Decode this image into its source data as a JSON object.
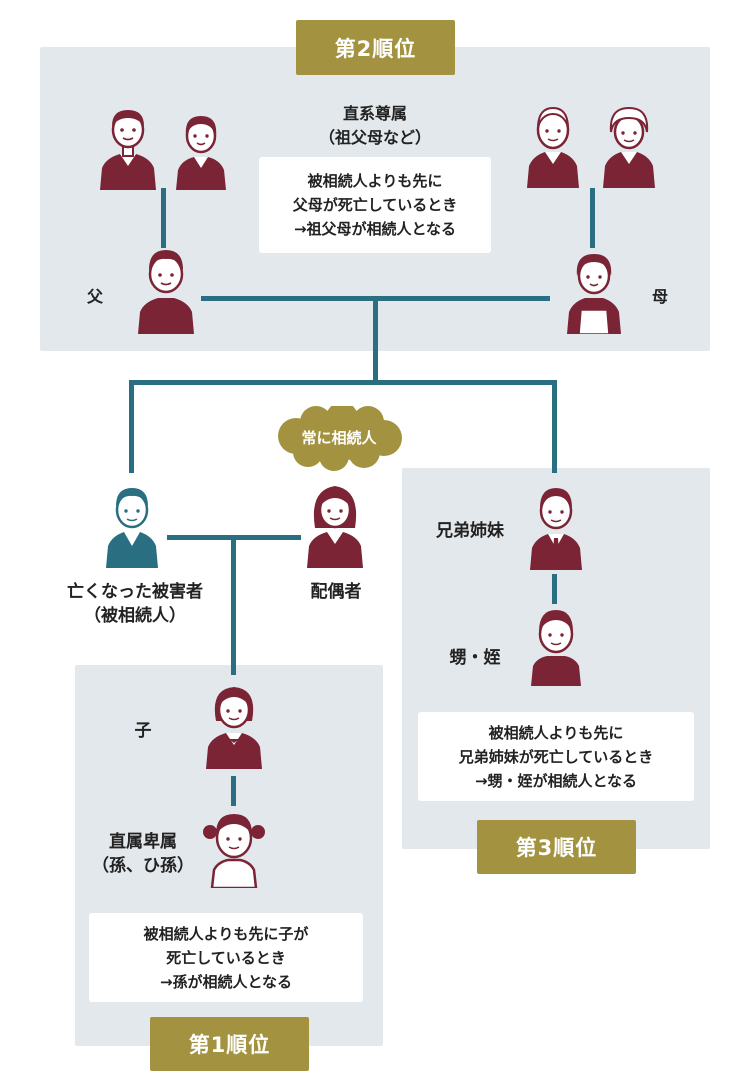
{
  "colors": {
    "panel": "#e3e8ec",
    "badge": "#a39340",
    "line": "#2a6e82",
    "maroon": "#7b2435",
    "teal": "#2a6e82",
    "note": "#ffffff"
  },
  "second": {
    "badge": "第2順位",
    "title": [
      "直系尊属",
      "（祖父母など）"
    ],
    "note": [
      "被相続人よりも先に",
      "父母が死亡しているとき",
      "→祖父母が相続人となる"
    ],
    "father": "父",
    "mother": "母"
  },
  "center": {
    "always": "常に相続人",
    "deceased": [
      "亡くなった被害者",
      "（被相続人）"
    ],
    "spouse": "配偶者"
  },
  "first": {
    "badge": "第1順位",
    "child": "子",
    "desc": [
      "直属卑属",
      "（孫、ひ孫）"
    ],
    "note": [
      "被相続人よりも先に子が",
      "死亡しているとき",
      "→孫が相続人となる"
    ]
  },
  "third": {
    "badge": "第3順位",
    "siblings": "兄弟姉妹",
    "nephew": "甥・姪",
    "note": [
      "被相続人よりも先に",
      "兄弟姉妹が死亡しているとき",
      "→甥・姪が相続人となる"
    ]
  }
}
